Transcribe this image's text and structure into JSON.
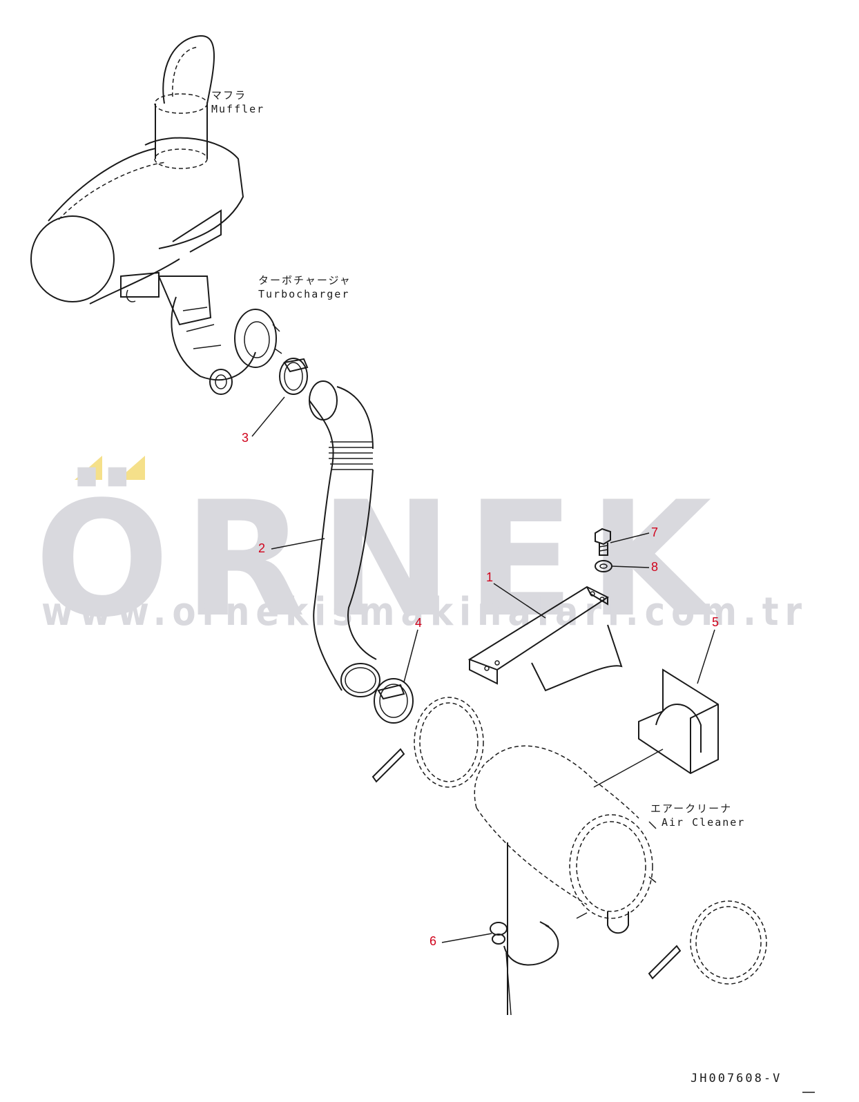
{
  "watermark": {
    "brand": "ÖRNEK",
    "url": "www.ornekismakinalari.com.tr",
    "brand_color": "#d9d9de",
    "accent_color": "#f5e08a"
  },
  "labels": {
    "muffler_jp": "マフラ",
    "muffler_en": "Muffler",
    "turbo_jp": "ターボチャージャ",
    "turbo_en": "Turbocharger",
    "aircleaner_jp": "エアークリーナ",
    "aircleaner_en": "Air Cleaner"
  },
  "parts": [
    "1",
    "2",
    "3",
    "4",
    "5",
    "6",
    "7",
    "8"
  ],
  "drawing_code": "JH007608-V",
  "part_number_color": "#d0021b"
}
